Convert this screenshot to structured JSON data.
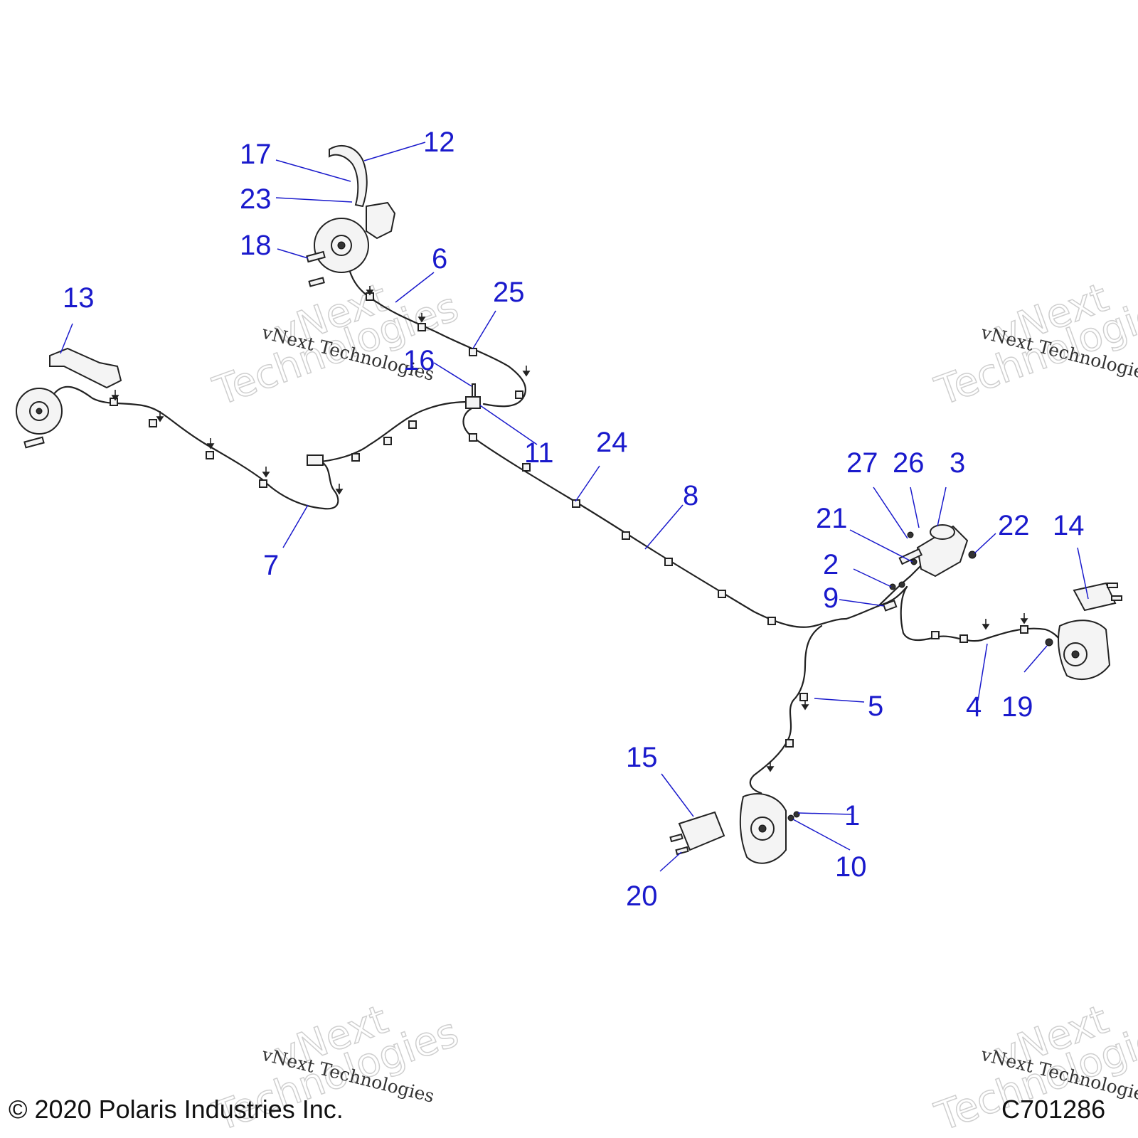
{
  "callouts": [
    "1",
    "2",
    "3",
    "4",
    "5",
    "6",
    "7",
    "8",
    "9",
    "10",
    "11",
    "12",
    "13",
    "14",
    "15",
    "16",
    "17",
    "18",
    "19",
    "20",
    "21",
    "22",
    "23",
    "24",
    "25",
    "26",
    "27"
  ],
  "watermark": {
    "line1": "vNext Technologies",
    "big1": "vNext",
    "big2": "Technologies"
  },
  "footer": {
    "copyright": "© 2020 Polaris Industries Inc.",
    "code": "C701286"
  },
  "colors": {
    "callout": "#1a1acc",
    "linework": "#222222"
  }
}
